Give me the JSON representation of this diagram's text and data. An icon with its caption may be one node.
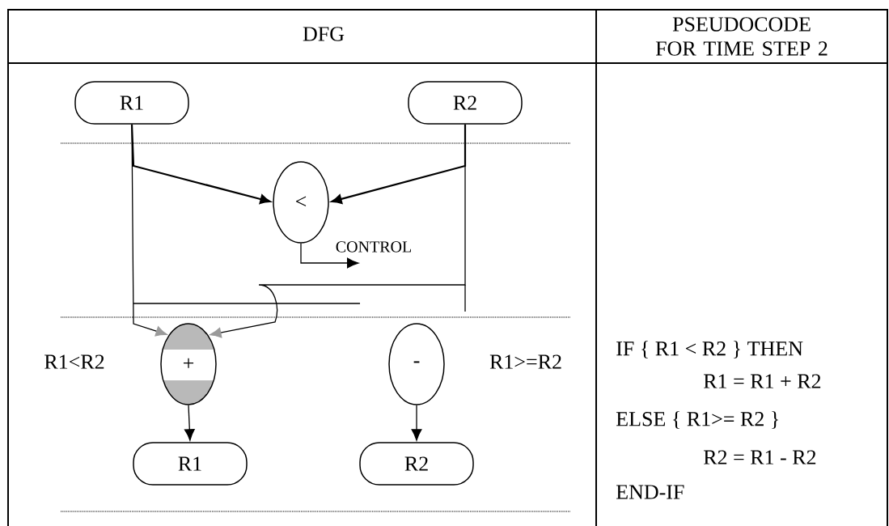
{
  "diagram": {
    "nodes": [
      {
        "text": [
          "R1"
        ]
      },
      {
        "text": [
          "R2"
        ]
      },
      {
        "text": [
          "<"
        ]
      },
      {
        "text": [
          "+"
        ]
      },
      {
        "text": [
          "-"
        ]
      },
      {
        "text": [
          "R1"
        ]
      },
      {
        "text": [
          "R2"
        ]
      }
    ],
    "edges": [
      {
        "from": 0,
        "to": 2,
        "arrow": "to"
      },
      {
        "from": 1,
        "to": 2,
        "arrow": "to"
      },
      {
        "from": 2,
        "to": null,
        "arrow": "to",
        "label": "CONTROL"
      },
      {
        "from": 0,
        "to": 3,
        "arrow": "to"
      },
      {
        "from": 1,
        "to": 3,
        "arrow": "to"
      },
      {
        "from": 3,
        "to": 5,
        "arrow": "to"
      },
      {
        "from": 4,
        "to": 6,
        "arrow": "to"
      }
    ],
    "labels": [
      "DFG",
      "PSEUDOCODE FOR TIME STEP 2",
      "R1<R2",
      "R1>=R2",
      "IF { R1 < R2 } THEN",
      "R1 = R1 + R2",
      "ELSE { R1>= R2 }",
      "R2 = R1 - R2",
      "END-IF"
    ]
  }
}
